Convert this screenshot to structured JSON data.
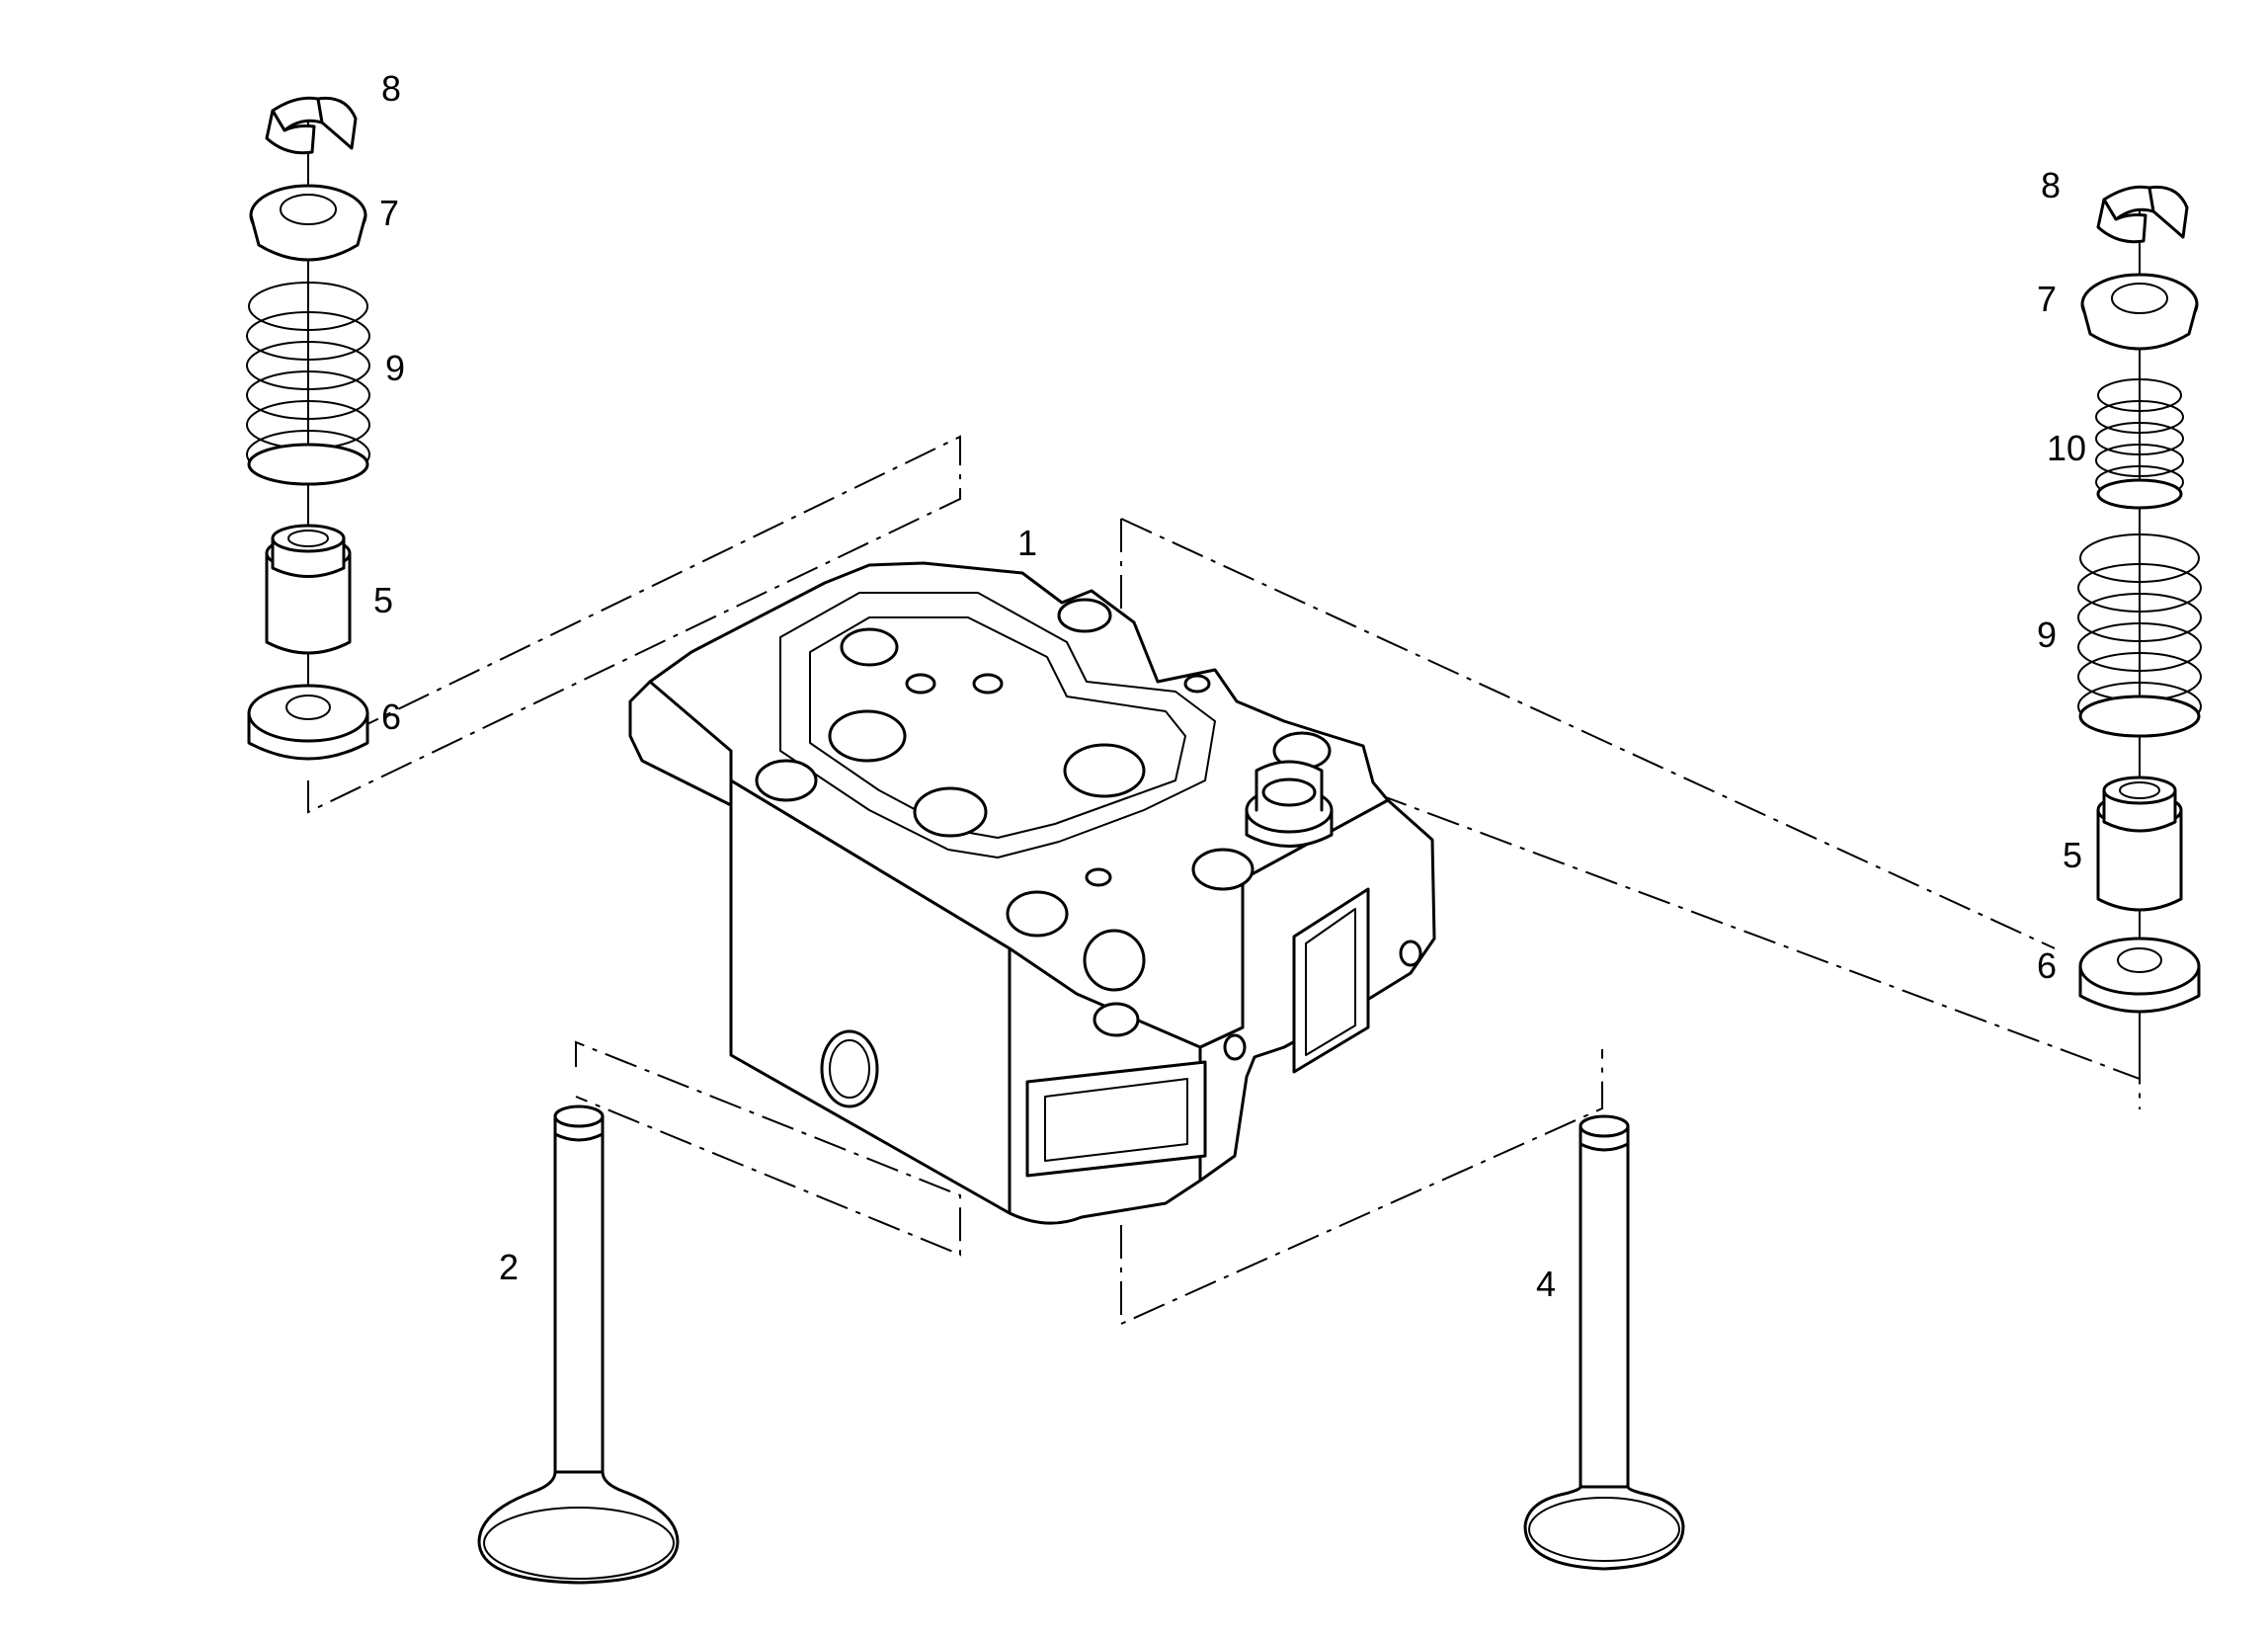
{
  "diagram": {
    "callouts": {
      "left_keeper": "8",
      "left_retainer": "7",
      "left_spring": "9",
      "left_guide": "5",
      "left_seat": "6",
      "head": "1",
      "intake_valve": "2",
      "exhaust_valve": "4",
      "right_keeper": "8",
      "right_retainer": "7",
      "right_inner_spring": "10",
      "right_spring": "9",
      "right_guide": "5",
      "right_seat": "6"
    },
    "colors": {
      "line": "#000000",
      "background": "#ffffff"
    }
  }
}
